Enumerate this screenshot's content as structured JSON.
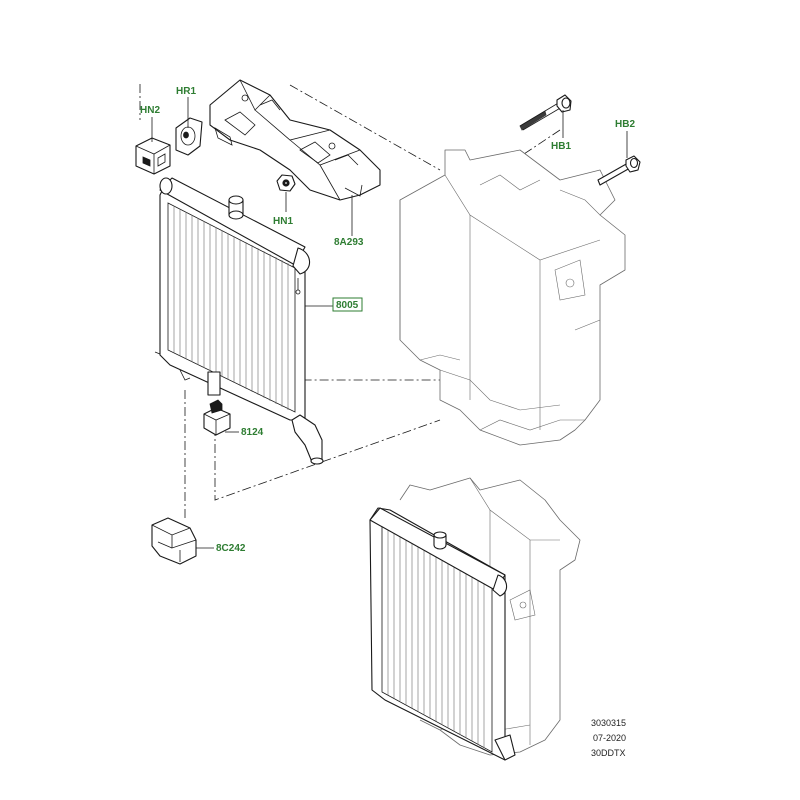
{
  "callouts": {
    "hn2": "HN2",
    "hr1": "HR1",
    "hn1": "HN1",
    "part_8a293": "8A293",
    "hb1": "HB1",
    "hb2": "HB2",
    "part_8005": "8005",
    "part_8124": "8124",
    "part_8c242": "8C242"
  },
  "footer": {
    "illustration_number": "3030315",
    "date": "07-2020",
    "code": "30DDTX"
  },
  "colors": {
    "callout_text": "#2e7d32",
    "line_art": "#1a1a1a",
    "faint_line_art": "#6a6a6a",
    "background": "#ffffff"
  }
}
